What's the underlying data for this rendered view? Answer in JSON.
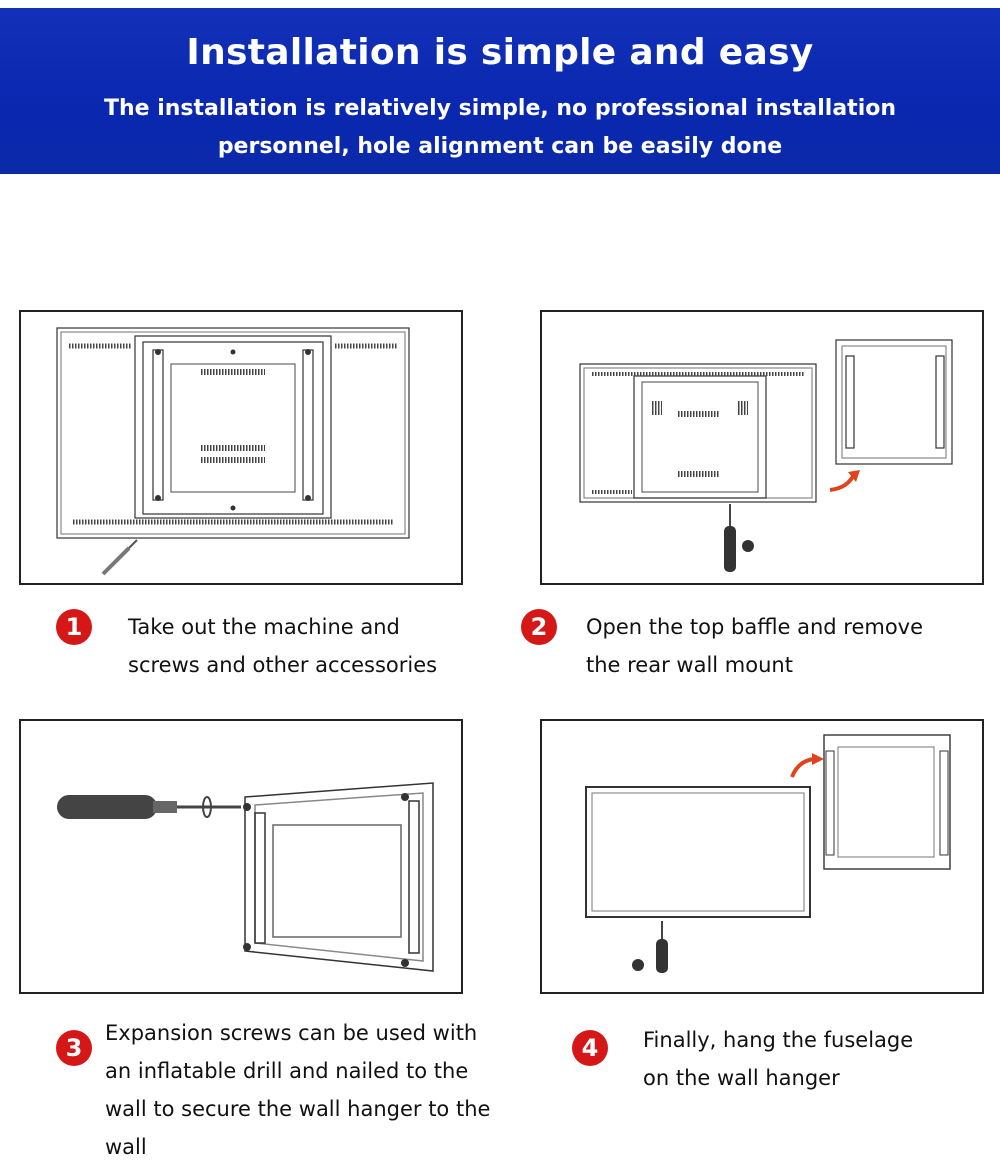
{
  "header": {
    "title": "Installation is simple and easy",
    "subtitle_line1": "The installation is relatively simple, no professional installation",
    "subtitle_line2": "personnel, hole alignment can be easily done"
  },
  "steps": [
    {
      "number": "1",
      "line1": "Take out the machine and",
      "line2": "screws and other accessories",
      "line3": "",
      "line4": ""
    },
    {
      "number": "2",
      "line1": "Open the top baffle and remove",
      "line2": "the rear wall mount",
      "line3": "",
      "line4": ""
    },
    {
      "number": "3",
      "line1": "Expansion screws can be used with",
      "line2": "an inflatable drill and nailed to the",
      "line3": "wall to secure the wall hanger to the",
      "line4": "wall"
    },
    {
      "number": "4",
      "line1": "Finally, hang the fuselage",
      "line2": "on the wall hanger",
      "line3": "",
      "line4": ""
    }
  ],
  "colors": {
    "banner": "#0a27b0",
    "badge": "#d61718",
    "arrow": "#e0441c"
  },
  "icons": [
    "screwdriver-icon",
    "drill-icon",
    "curved-arrow-icon"
  ]
}
